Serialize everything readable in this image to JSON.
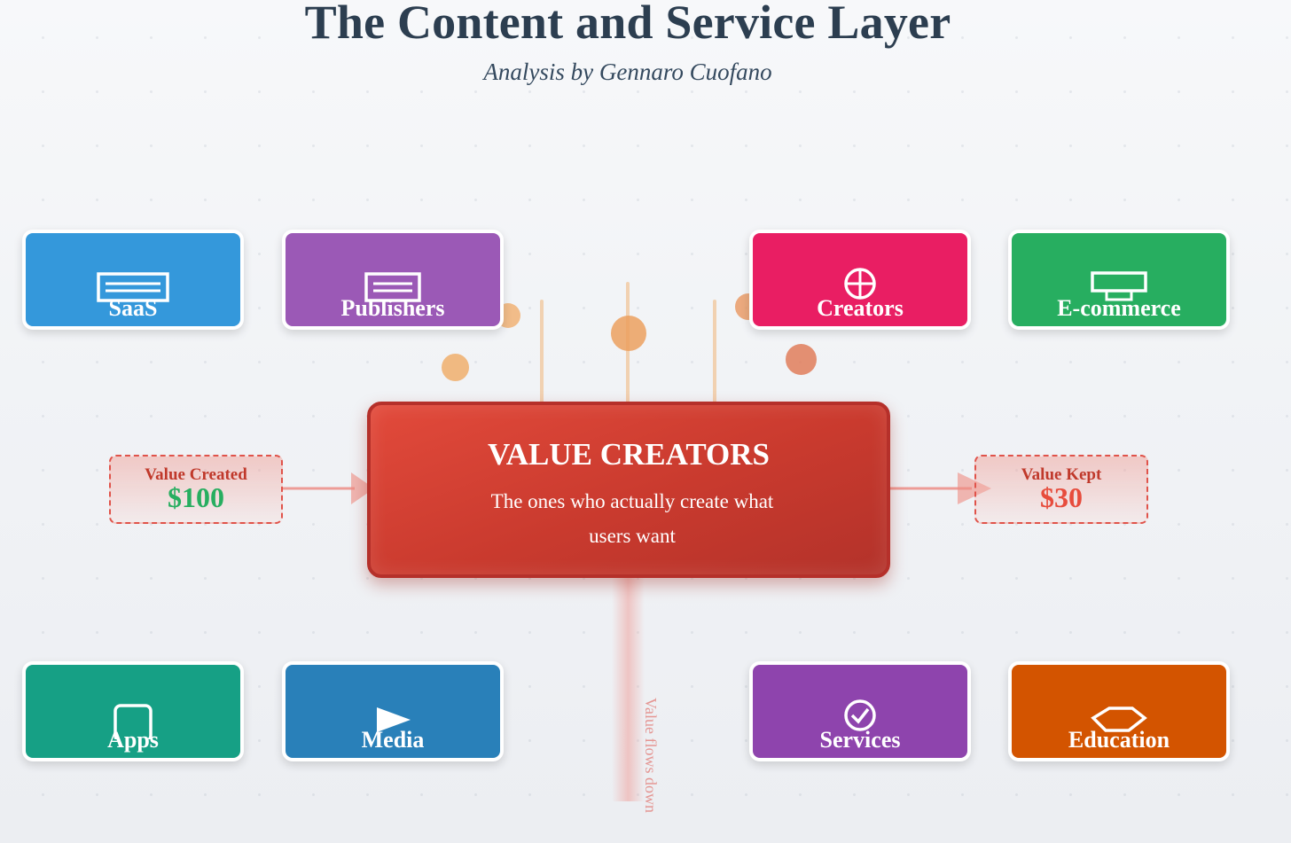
{
  "header": {
    "title": "The Content and Service Layer",
    "subtitle": "Analysis by Gennaro Cuofano"
  },
  "categories": [
    {
      "label": "SaaS",
      "icon": "browser-window-icon",
      "color": "#3498db"
    },
    {
      "label": "Publishers",
      "icon": "browser-window-icon",
      "color": "#9b59b6"
    },
    {
      "label": "Creators",
      "icon": "crosshair-circle-icon",
      "color": "#e91e63"
    },
    {
      "label": "E-commerce",
      "icon": "monitor-icon",
      "color": "#27ae60"
    },
    {
      "label": "Apps",
      "icon": "phone-icon",
      "color": "#16a085"
    },
    {
      "label": "Media",
      "icon": "play-icon",
      "color": "#2980b9"
    },
    {
      "label": "Services",
      "icon": "check-circle-icon",
      "color": "#8e44ad"
    },
    {
      "label": "Education",
      "icon": "graduation-cap-icon",
      "color": "#d35400"
    }
  ],
  "central": {
    "title": "VALUE CREATORS",
    "description": "The ones who actually create what users want",
    "color": "#d23f31"
  },
  "value_created": {
    "label": "Value Created",
    "value": "$100",
    "value_color": "#27ae60"
  },
  "value_kept": {
    "label": "Value Kept",
    "value": "$30",
    "value_color": "#e74c3c"
  },
  "flow": {
    "label": "Value flows down"
  }
}
